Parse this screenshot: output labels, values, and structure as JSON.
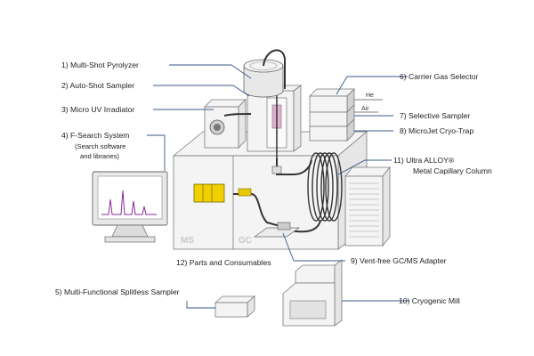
{
  "labels": {
    "l1": "1)  Multi-Shot Pyrolyzer",
    "l2": "2)  Auto-Shot Sampler",
    "l3": "3)  Micro UV Irradiator",
    "l4": "4)  F-Search System",
    "l4a": "(Search software",
    "l4b": "and libraries)",
    "l5": "5)  Multi-Functional Splitless Sampler",
    "l6": "6)  Carrier Gas Selector",
    "l7": "7)  Selective Sampler",
    "l8": "8)  MicroJet Cryo-Trap",
    "l9": "9)  Vent-free GC/MS Adapter",
    "l10": "10)  Cryogenic Mill",
    "l11a": "11)  Ultra ALLOY®",
    "l11b": "Metal Capillary Column",
    "l12": "12)  Parts and Consumables"
  },
  "unit_tags": {
    "ms": "MS",
    "gc": "GC"
  },
  "gas_labels": {
    "he": "He",
    "air": "Air"
  },
  "colors": {
    "leader_line": "#3a5a8a",
    "spectrum_peaks": "#8a2a9a",
    "cartridge": "#e8c800",
    "trap": "#c080b0"
  }
}
